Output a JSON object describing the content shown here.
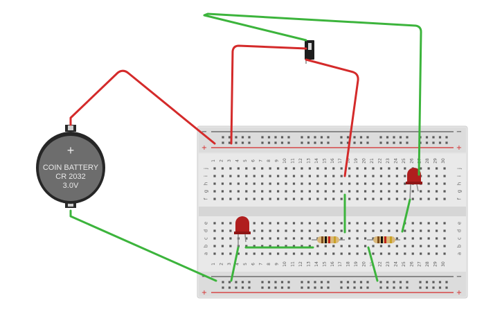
{
  "battery": {
    "line1": "COIN BATTERY",
    "line2": "CR 2032",
    "line3": "3.0V",
    "plus_symbol": "+"
  },
  "breadboard": {
    "column_numbers": [
      "1",
      "2",
      "3",
      "4",
      "5",
      "6",
      "7",
      "8",
      "9",
      "10",
      "11",
      "12",
      "13",
      "14",
      "15",
      "16",
      "17",
      "18",
      "19",
      "20",
      "21",
      "22",
      "23",
      "24",
      "25",
      "26",
      "27",
      "28",
      "29",
      "30"
    ],
    "top_row_letters": [
      "j",
      "i",
      "h",
      "g",
      "f"
    ],
    "bottom_row_letters": [
      "e",
      "d",
      "c",
      "b",
      "a"
    ],
    "rail_minus": "−",
    "rail_plus": "+"
  },
  "colors": {
    "red_wire": "#d42a2a",
    "green_wire": "#3cb43c",
    "breadboard": "#e4e4e4",
    "led": "#b01e1e",
    "rail_red": "#d42a2a",
    "rail_dark": "#333333"
  },
  "components": [
    "coin-battery",
    "slide-switch",
    "led-left",
    "led-right",
    "resistor-left",
    "resistor-right"
  ]
}
